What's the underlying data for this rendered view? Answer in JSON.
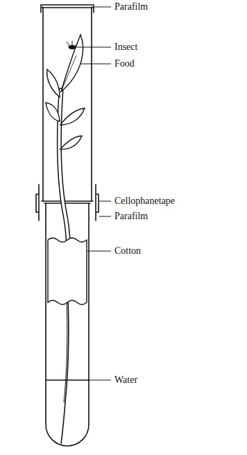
{
  "diagram": {
    "labels": [
      "Parafilm",
      "Insect",
      "Food",
      "Cellophanetape",
      "Parafilm",
      "Cotton",
      "Water"
    ]
  }
}
